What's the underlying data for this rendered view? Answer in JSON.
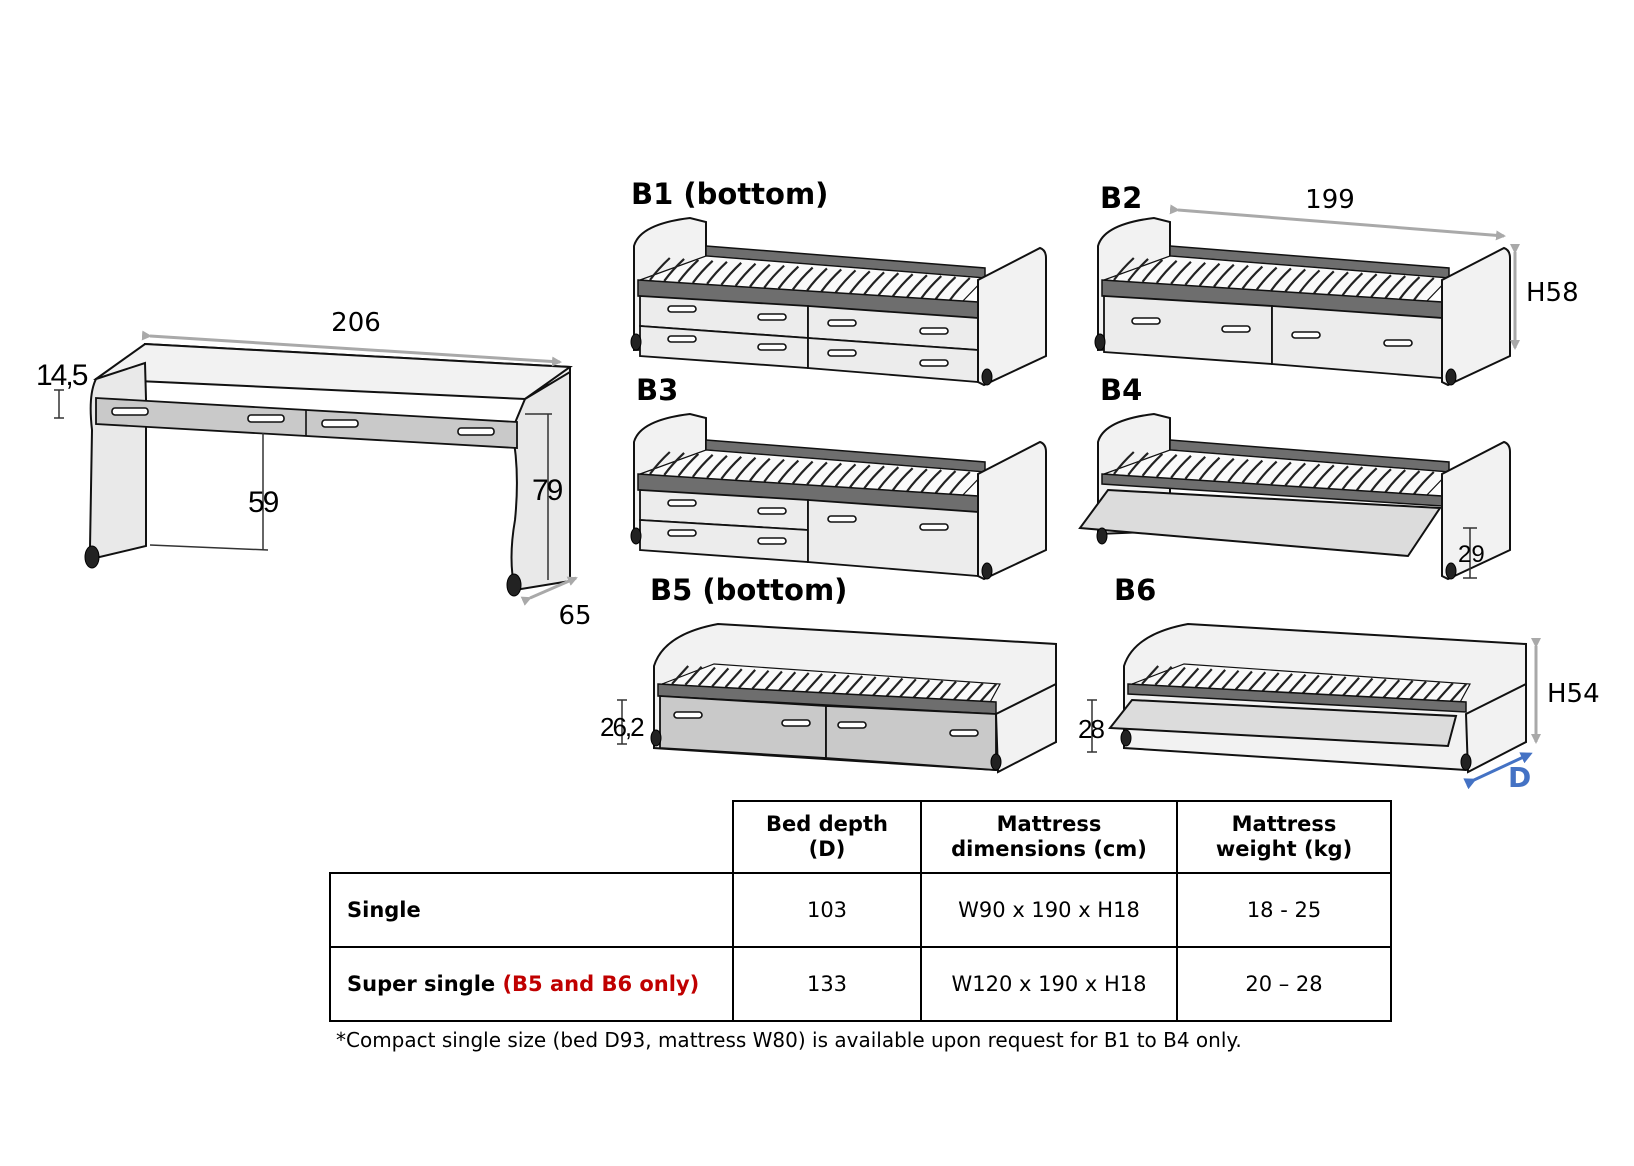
{
  "desk": {
    "width": "206",
    "height": "79",
    "depth": "65",
    "leg_clearance": "59",
    "top_panel": "14,5"
  },
  "beds": [
    {
      "code": "B1 (bottom)"
    },
    {
      "code": "B2",
      "width": "199",
      "height": "H58"
    },
    {
      "code": "B3"
    },
    {
      "code": "B4",
      "tray_height": "29"
    },
    {
      "code": "B5 (bottom)",
      "side_height": "26,2"
    },
    {
      "code": "B6",
      "side_height": "28",
      "height": "H54",
      "depth_marker": "D"
    }
  ],
  "table": {
    "headers": [
      "Bed depth (D)",
      "Mattress dimensions (cm)",
      "Mattress weight (kg)"
    ],
    "header_lines": [
      [
        "Bed depth",
        "(D)"
      ],
      [
        "Mattress",
        "dimensions (cm)"
      ],
      [
        "Mattress",
        "weight (kg)"
      ]
    ],
    "rows": [
      {
        "label": "Single",
        "note": "",
        "depth": "103",
        "mattress": "W90 x 190 x H18",
        "weight": "18 - 25"
      },
      {
        "label": "Super single",
        "note": "(B5 and B6 only)",
        "depth": "133",
        "mattress": "W120 x 190 x H18",
        "weight": "20 – 28"
      }
    ]
  },
  "footnote": "*Compact single size (bed D93, mattress W80) is available upon request for B1 to B4 only.",
  "colors": {
    "accent_red": "#c00000",
    "depth_arrow_blue": "#4472c4",
    "dimension_arrow_gray": "#a9a9a9"
  }
}
